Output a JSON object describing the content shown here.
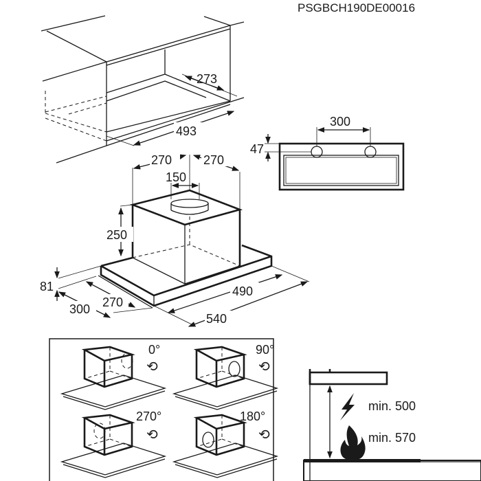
{
  "document_code": "PSGBCH190DE00016",
  "cabinet_cutout": {
    "depth": "273",
    "width": "493"
  },
  "front_view": {
    "hole_spacing": "300",
    "hole_offset": "47"
  },
  "hood_dimensions": {
    "outlet_offset_left": "270",
    "outlet_offset_right": "270",
    "outlet_diameter": "150",
    "chimney_height": "250",
    "tray_height": "81",
    "depth_total": "300",
    "depth_tray": "270",
    "width_inner": "490",
    "width_total": "540"
  },
  "outlet_orientations": [
    "0°",
    "90°",
    "270°",
    "180°"
  ],
  "clearances": {
    "electric": "min. 500",
    "gas": "min. 570"
  },
  "colors": {
    "ink": "#1a1a1a",
    "background": "#ffffff"
  }
}
